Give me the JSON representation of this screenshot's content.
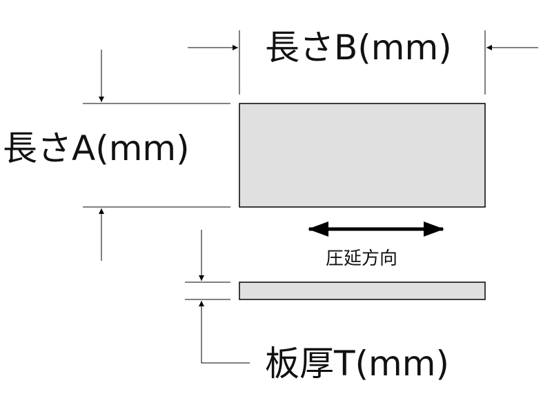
{
  "labels": {
    "length_b": "長さB(mm)",
    "length_a": "長さA(mm)",
    "rolling_direction": "圧延方向",
    "thickness": "板厚T(mm)"
  },
  "colors": {
    "plate_fill": "#e0e0e0",
    "line": "#000000"
  }
}
